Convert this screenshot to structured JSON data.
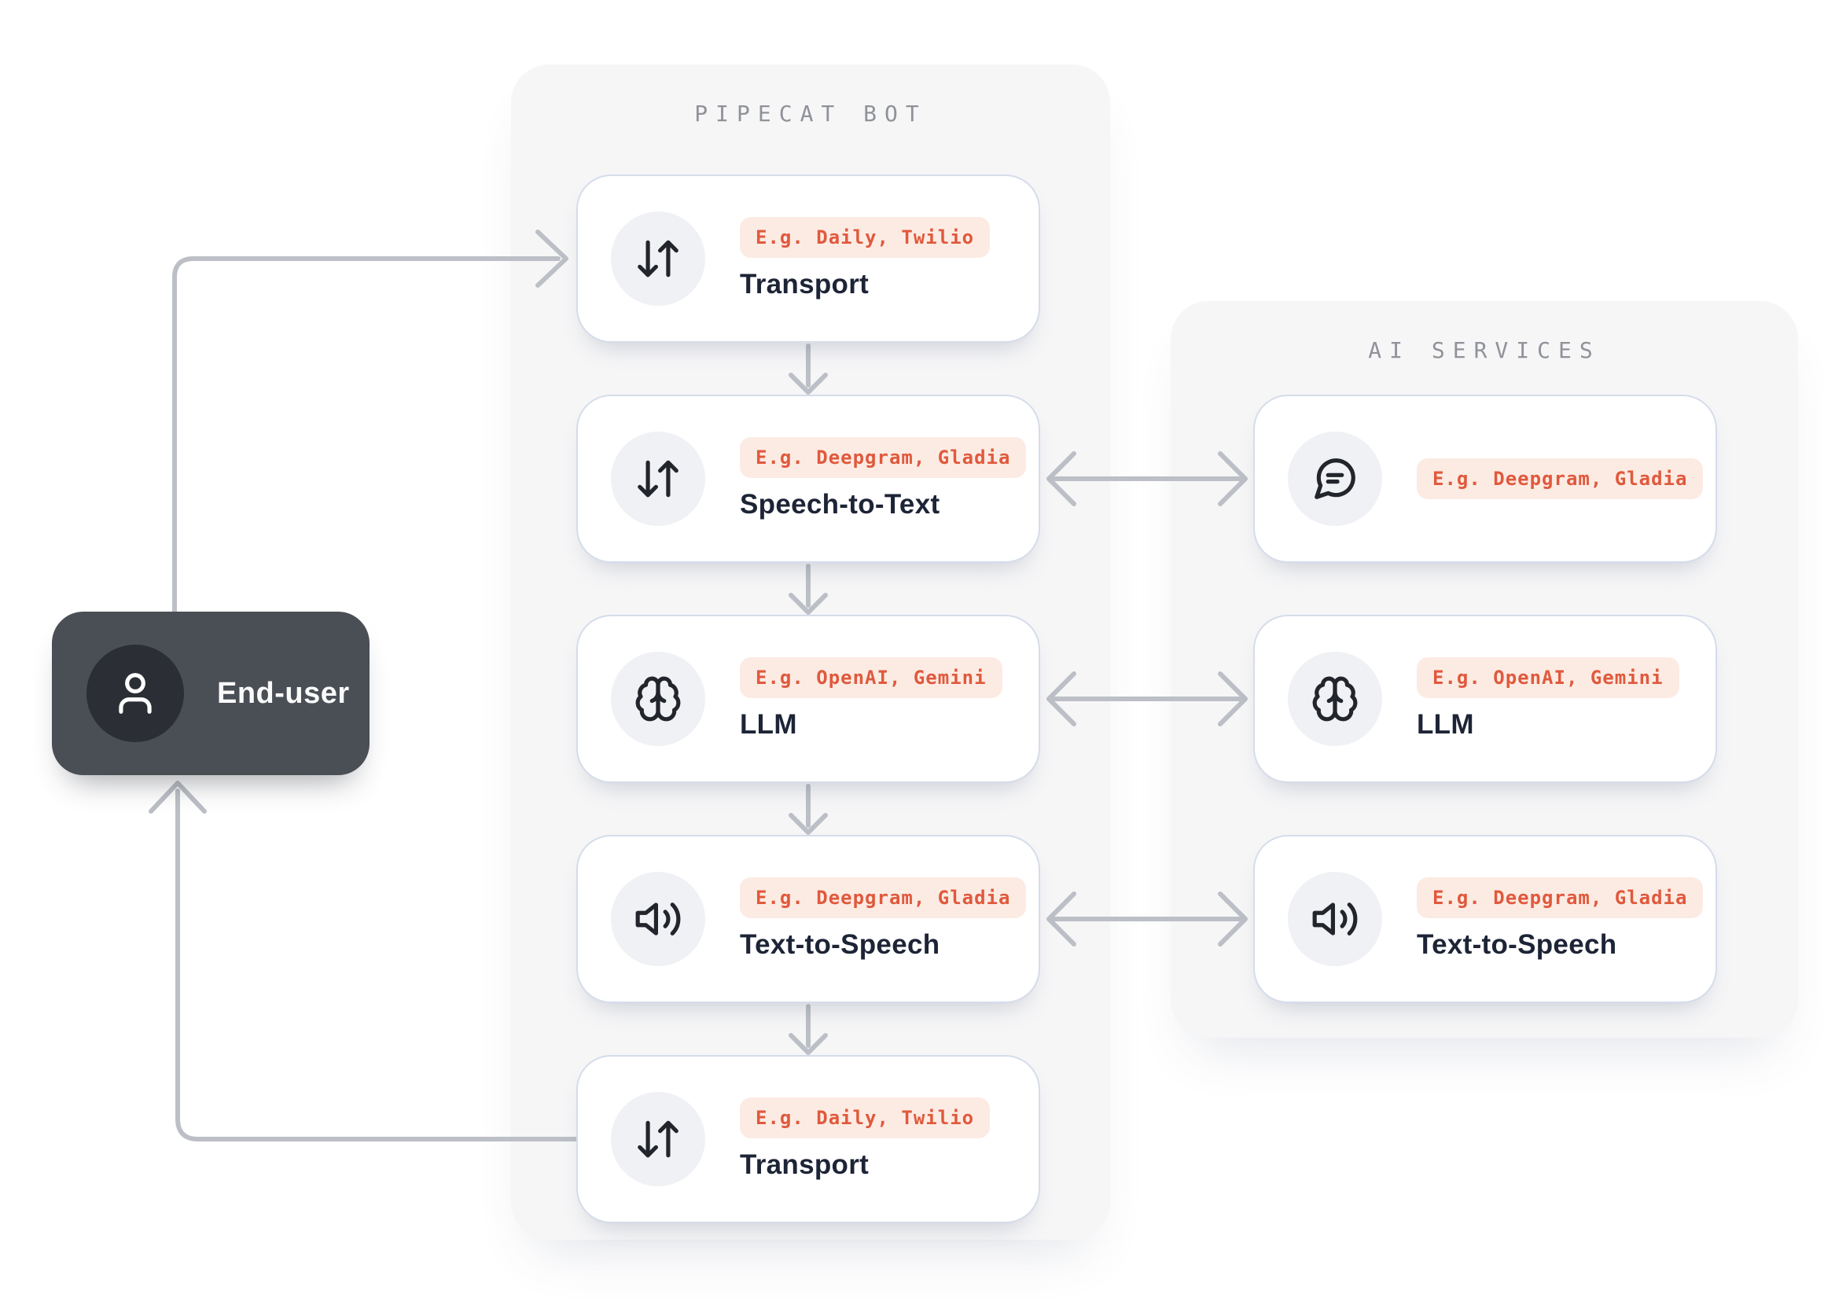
{
  "colors": {
    "page_bg": "#ffffff",
    "panel_bg": "#f6f6f7",
    "card_bg": "#ffffff",
    "card_border": "#d5dcea",
    "icon_circle_bg": "#f0f1f4",
    "icon_stroke": "#22252b",
    "badge_bg": "#fcebe3",
    "badge_text": "#e0593d",
    "card_title": "#1d2436",
    "panel_title": "#8f9298",
    "arrow": "#bcbfc6",
    "end_user_bg": "#4a4e55",
    "end_user_avatar_bg": "#2b2e34",
    "end_user_text": "#fafafa"
  },
  "panels": {
    "pipecat": {
      "title": "PIPECAT BOT",
      "cards": [
        {
          "icon": "arrows-up-down-icon",
          "badge": "E.g. Daily, Twilio",
          "title": "Transport"
        },
        {
          "icon": "arrows-up-down-icon",
          "badge": "E.g. Deepgram, Gladia",
          "title": "Speech-to-Text"
        },
        {
          "icon": "brain-icon",
          "badge": "E.g. OpenAI, Gemini",
          "title": "LLM"
        },
        {
          "icon": "speaker-icon",
          "badge": "E.g. Deepgram, Gladia",
          "title": "Text-to-Speech"
        },
        {
          "icon": "arrows-up-down-icon",
          "badge": "E.g. Daily, Twilio",
          "title": "Transport"
        }
      ]
    },
    "ai_services": {
      "title": "AI SERVICES",
      "cards": [
        {
          "icon": "chat-bubble-icon",
          "badge": "E.g. Deepgram, Gladia",
          "title": ""
        },
        {
          "icon": "brain-icon",
          "badge": "E.g. OpenAI, Gemini",
          "title": "LLM"
        },
        {
          "icon": "speaker-icon",
          "badge": "E.g. Deepgram, Gladia",
          "title": "Text-to-Speech"
        }
      ]
    }
  },
  "end_user": {
    "icon": "user-icon",
    "label": "End-user"
  }
}
